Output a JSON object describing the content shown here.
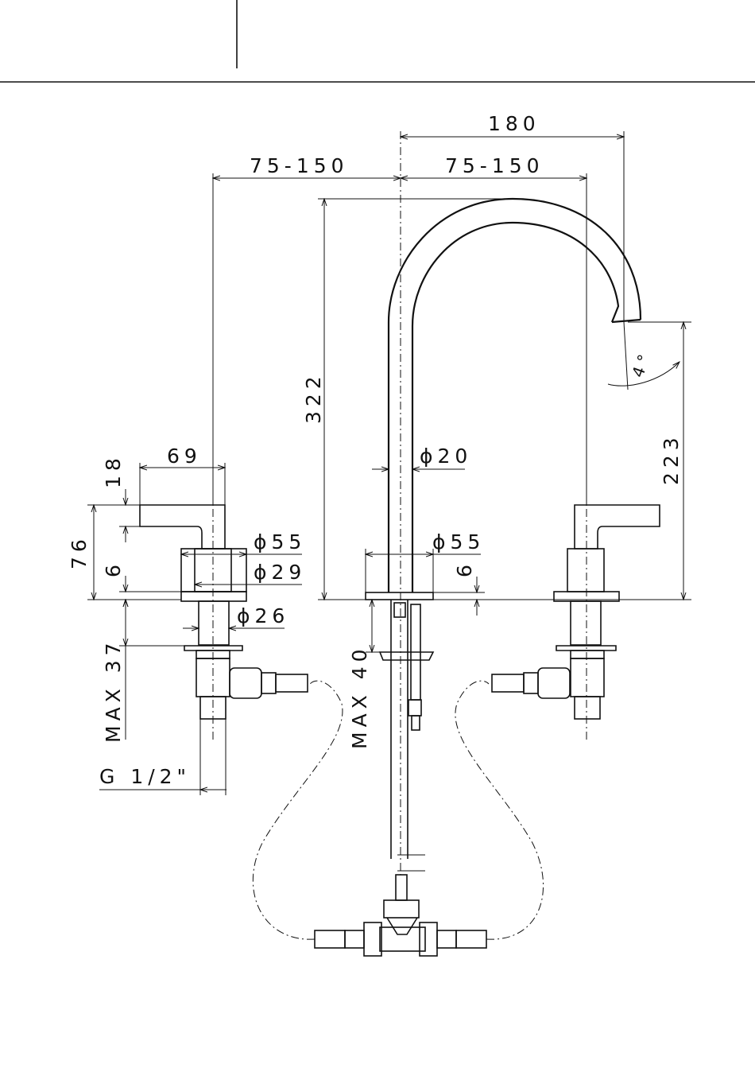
{
  "drawing": {
    "dimensions": {
      "spout_reach": "180",
      "left_spacing": "75-150",
      "right_spacing": "75-150",
      "total_height": "322",
      "spout_outlet_height": "223",
      "spout_angle": "4°",
      "handle_width": "69",
      "handle_thickness": "18",
      "handle_height": "76",
      "base_thickness_left": "6",
      "base_thickness_center": "6",
      "rosette_diameter_left": "ϕ55",
      "rosette_diameter_center": "ϕ55",
      "body_diameter": "ϕ29",
      "spout_diameter": "ϕ20",
      "shank_diameter": "ϕ26",
      "max_deck_left": "MAX 37",
      "max_deck_center": "MAX 40",
      "connection_thread": "G 1/2\""
    }
  }
}
